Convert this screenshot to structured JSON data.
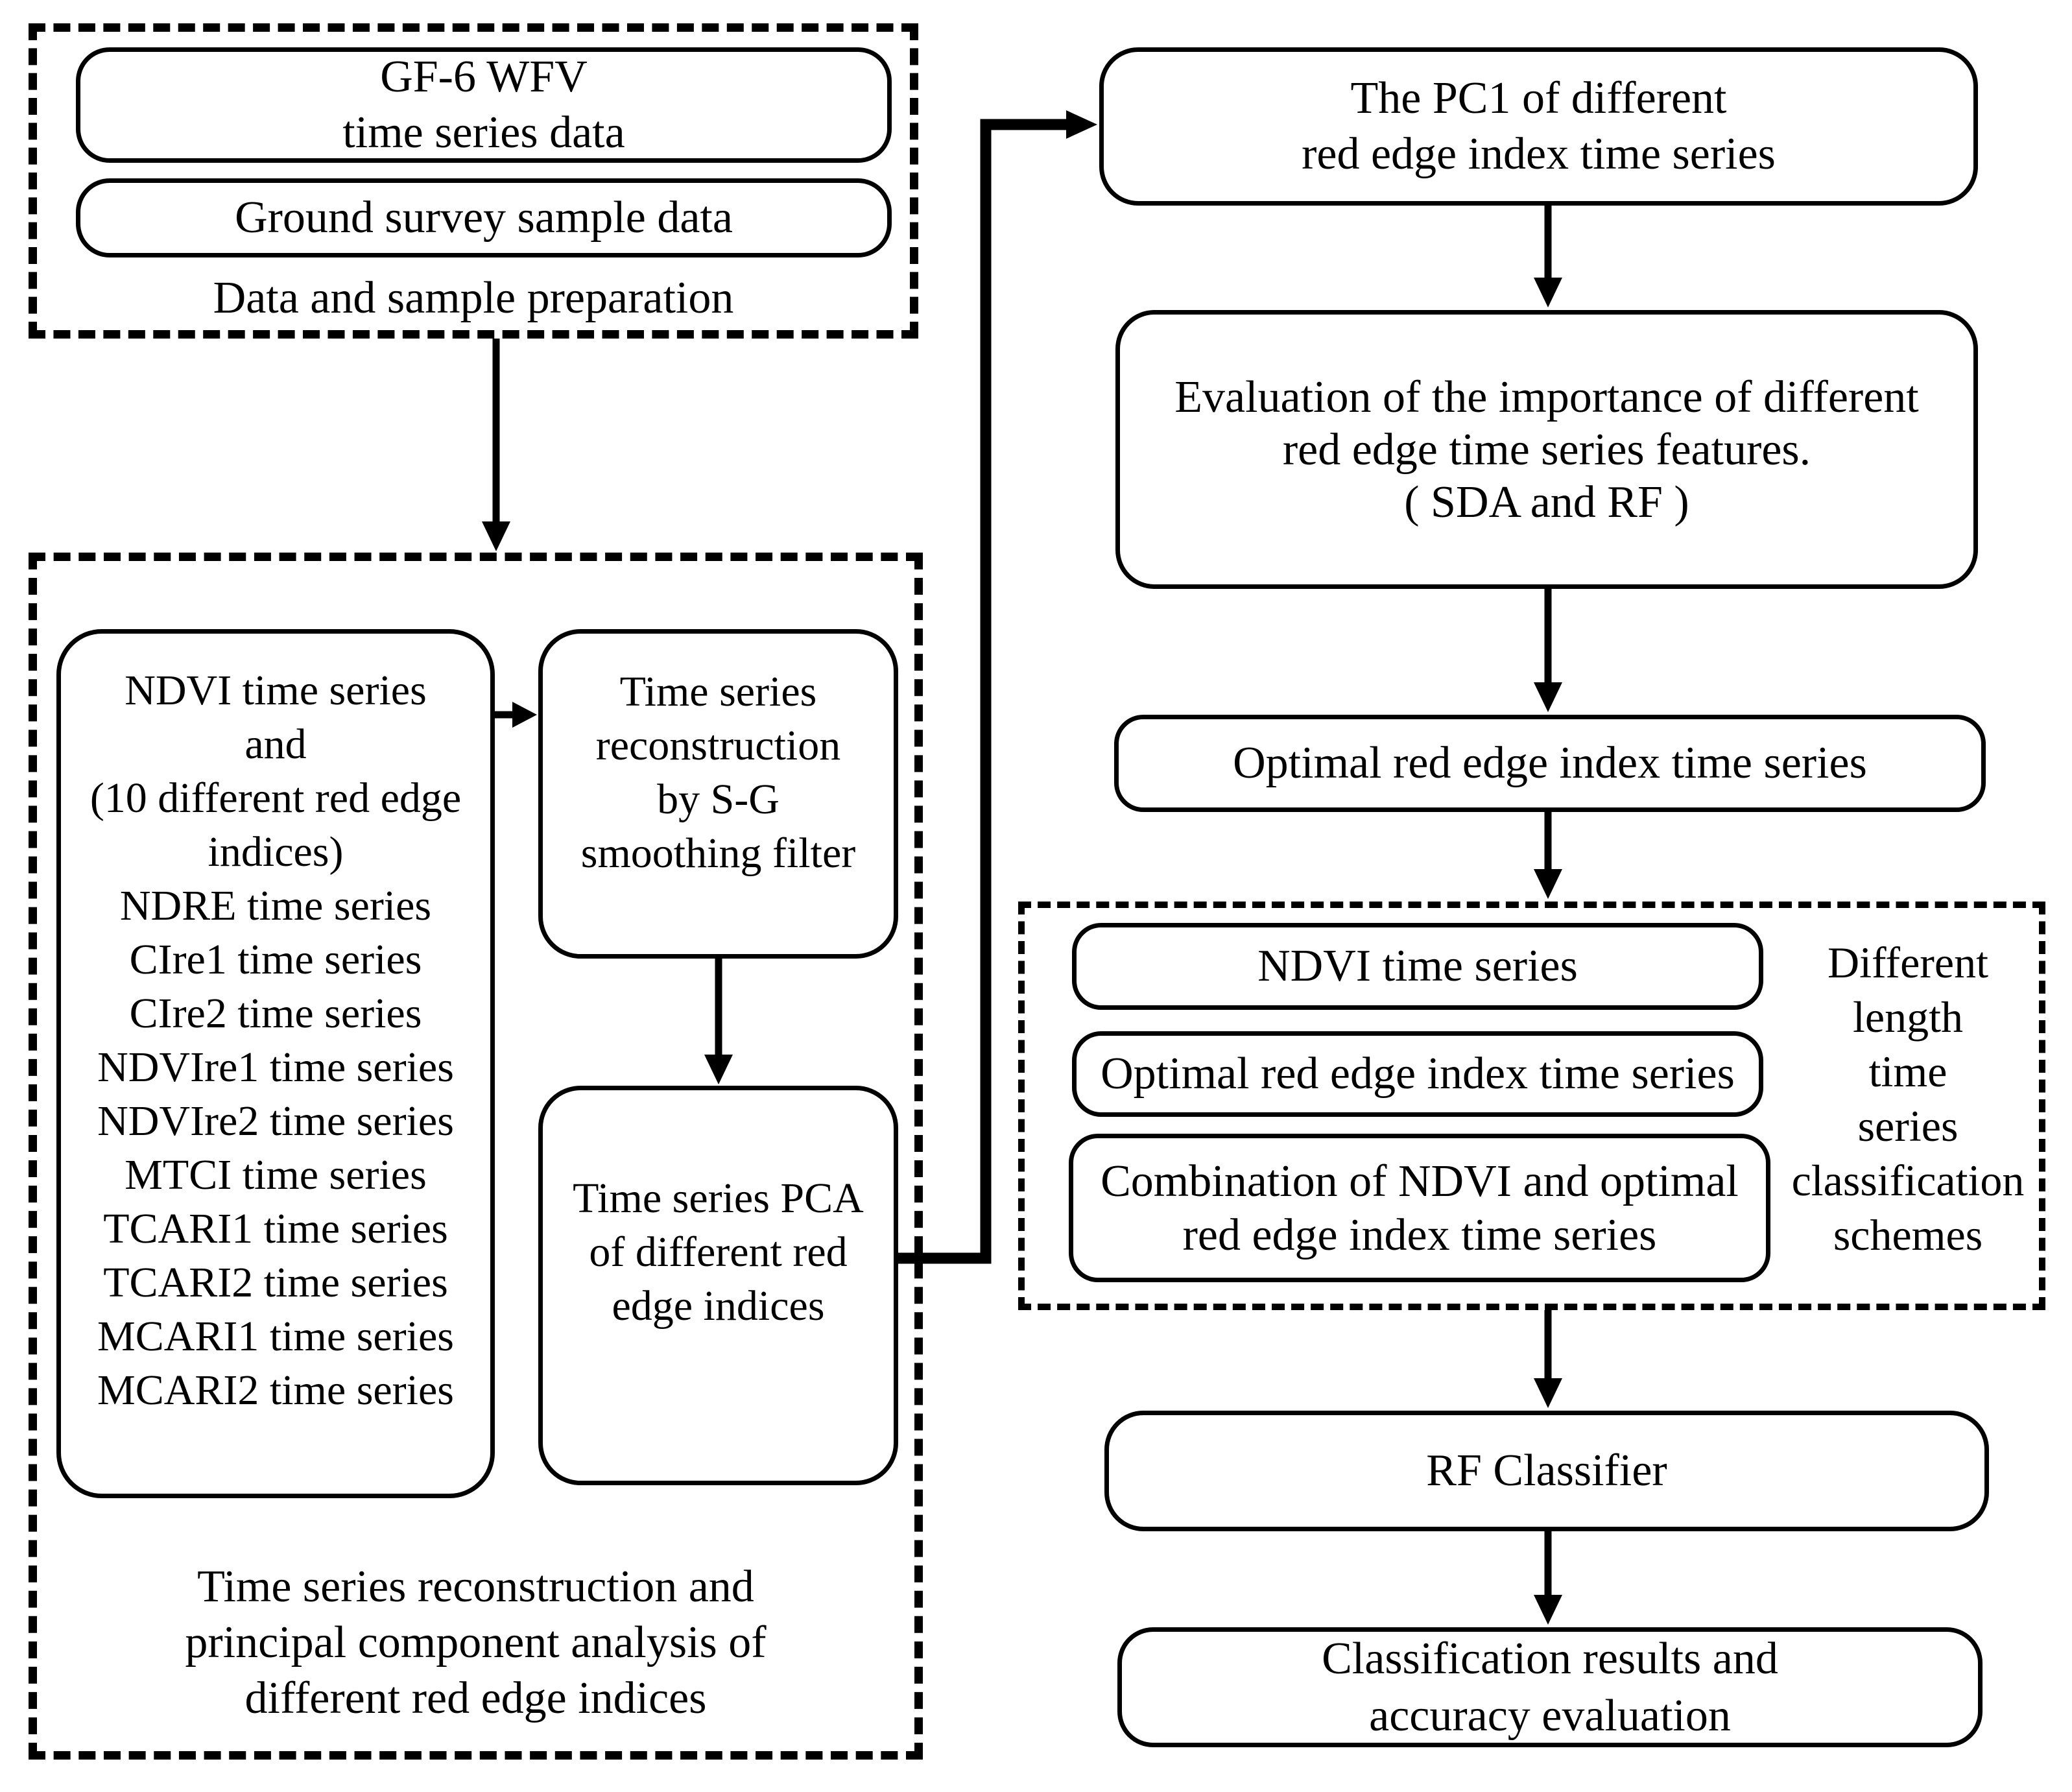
{
  "colors": {
    "line": "#000000",
    "background": "#ffffff"
  },
  "prep": {
    "label": "Data and sample preparation",
    "gf6": {
      "line1": "GF-6 WFV",
      "line2": "time series data"
    },
    "ground": {
      "label": "Ground survey sample data"
    }
  },
  "recon": {
    "label": [
      "Time series reconstruction and",
      "principal component analysis of",
      "different red edge indices"
    ],
    "indices": {
      "lines": [
        "NDVI time series",
        "and",
        "(10 different red edge",
        "indices)",
        "NDRE time series",
        "CIre1 time series",
        "CIre2 time series",
        "NDVIre1 time series",
        "NDVIre2 time series",
        "MTCI time series",
        "TCARI1 time series",
        "TCARI2 time series",
        "MCARI1 time series",
        "MCARI2 time series"
      ]
    },
    "sg": {
      "lines": [
        "Time series",
        "reconstruction",
        "by S-G",
        "smoothing filter"
      ]
    },
    "pca": {
      "lines": [
        "Time series PCA",
        "of different red",
        "edge indices"
      ]
    }
  },
  "flow": {
    "pc1": {
      "lines": [
        "The PC1 of different",
        "red edge index time series"
      ]
    },
    "eval": {
      "lines": [
        "Evaluation of the importance of different",
        "red edge time series features.",
        "( SDA and  RF )"
      ]
    },
    "optimal": {
      "label": "Optimal red edge index time series"
    },
    "rf": {
      "label": "RF Classifier"
    },
    "results": {
      "lines": [
        "Classification results and",
        "accuracy evaluation"
      ]
    }
  },
  "schemes": {
    "side_label": [
      "Different",
      "length",
      "time",
      "series",
      "classification",
      "schemes"
    ],
    "ndvi": {
      "label": "NDVI time series"
    },
    "optimal": {
      "label": "Optimal red edge index time series"
    },
    "combo": {
      "lines": [
        "Combination of NDVI and optimal",
        "red edge index time series"
      ]
    }
  }
}
